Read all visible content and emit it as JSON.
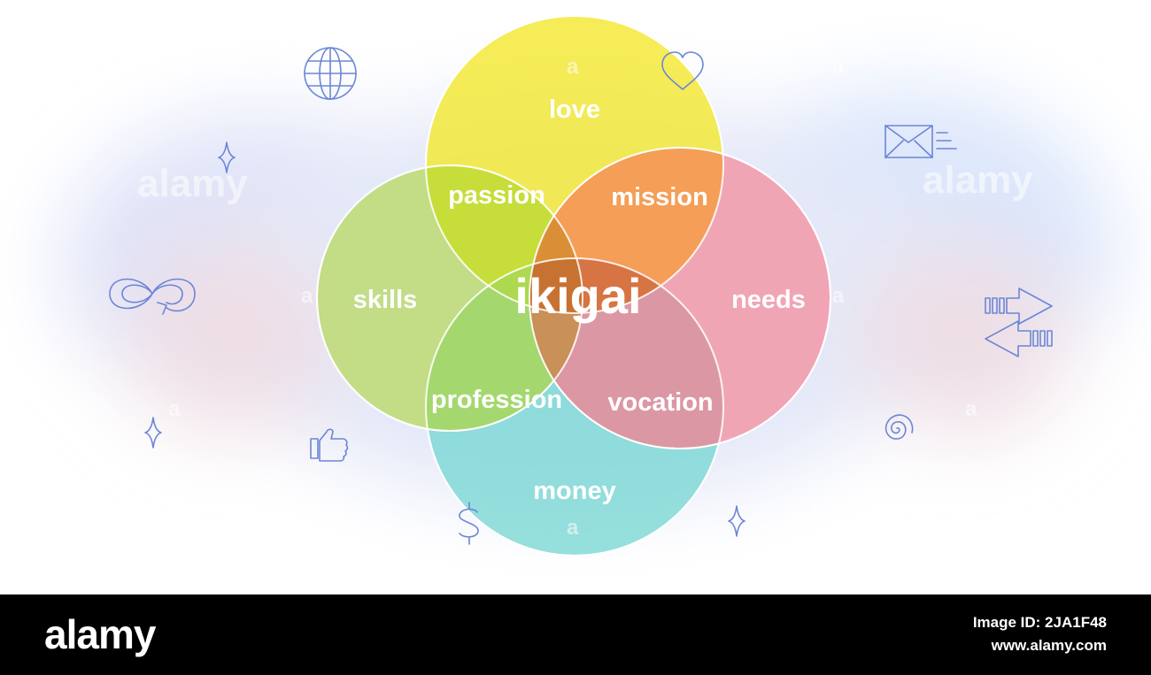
{
  "diagram": {
    "center_label": "ikigai",
    "circles": {
      "top": "love",
      "left": "skills",
      "right": "needs",
      "bottom": "money"
    },
    "overlaps": {
      "top_left": "passion",
      "top_right": "mission",
      "bottom_left": "profession",
      "bottom_right": "vocation"
    },
    "colors": {
      "top": "#f3e832",
      "left": "#b6d85c",
      "right": "#f48a9b",
      "bottom": "#73d5d2",
      "passion": "#c9dc1f",
      "mission": "#f59a3d",
      "center": "#d36a24",
      "icons": "#6b86d6"
    }
  },
  "icons": [
    "globe-icon",
    "heart-icon",
    "sparkle-icon",
    "envelope-icon",
    "infinity-icon",
    "arrows-icon",
    "thumbs-up-icon",
    "spiral-icon",
    "dollar-icon"
  ],
  "watermark": {
    "text": "alamy",
    "letter": "a"
  },
  "footer": {
    "logo": "alamy",
    "image_id": "Image ID: 2JA1F48",
    "site": "www.alamy.com"
  }
}
